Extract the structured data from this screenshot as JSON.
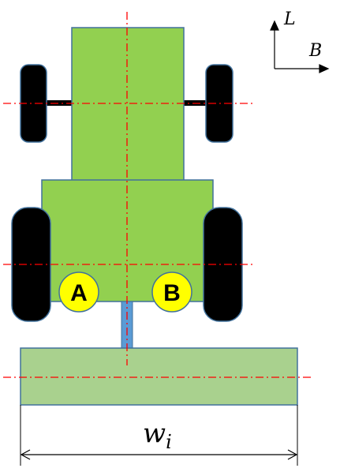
{
  "axes": {
    "longitudinal_label": "L",
    "lateral_label": "B"
  },
  "markers": {
    "left_label": "A",
    "right_label": "B"
  },
  "dimension": {
    "width_symbol": "w",
    "width_subscript": "i"
  },
  "colors": {
    "body_green": "#92d050",
    "implement_green": "#a9d18e",
    "outline_blue": "#41719c",
    "tire_black": "#000000",
    "marker_yellow": "#ffff00",
    "centerline_red": "#ff0000",
    "hitch_blue": "#5b9bd5"
  }
}
